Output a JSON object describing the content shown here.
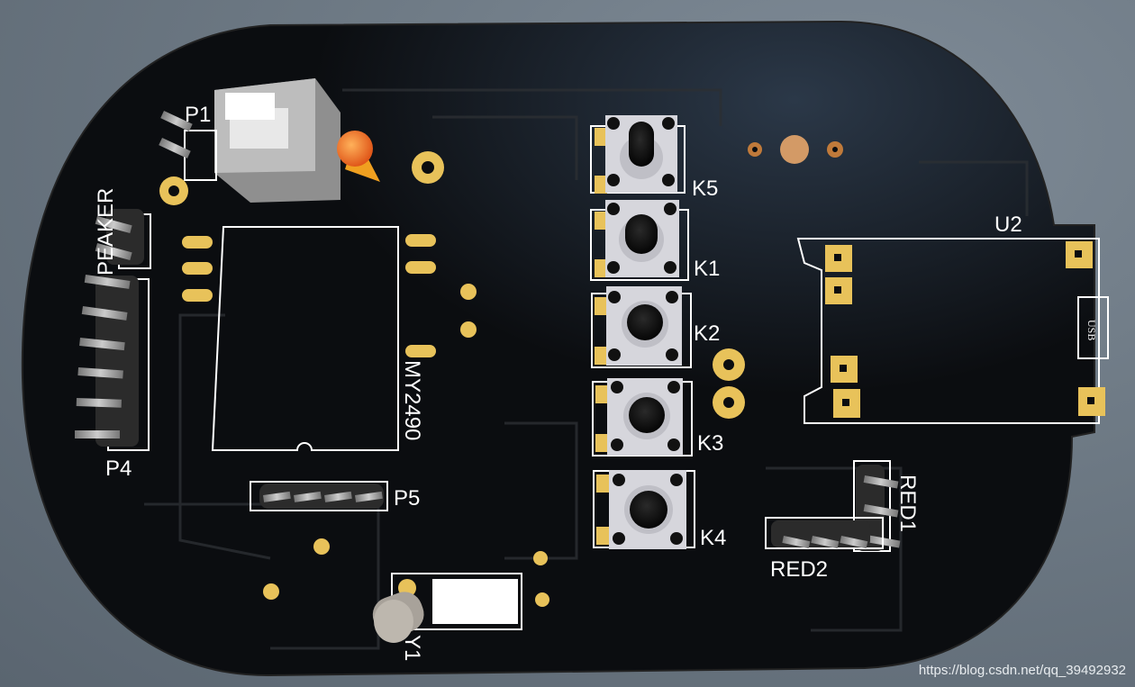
{
  "labels": {
    "p1": "P1",
    "p4": "P4",
    "p5": "P5",
    "speaker": "SPEAKER",
    "ic": "MY2490",
    "k5": "K5",
    "k1": "K1",
    "k2": "K2",
    "k3": "K3",
    "k4": "K4",
    "u2": "U2",
    "usb": "USB",
    "red1": "RED1",
    "red2": "RED2",
    "y1": "Y1"
  },
  "watermark": "https://blog.csdn.net/qq_39492932",
  "colors": {
    "board": "#0b0d10",
    "pad": "#e8c25a",
    "silkscreen": "#ffffff",
    "button_body": "#d6d6dc",
    "led": "#f07a1e"
  }
}
